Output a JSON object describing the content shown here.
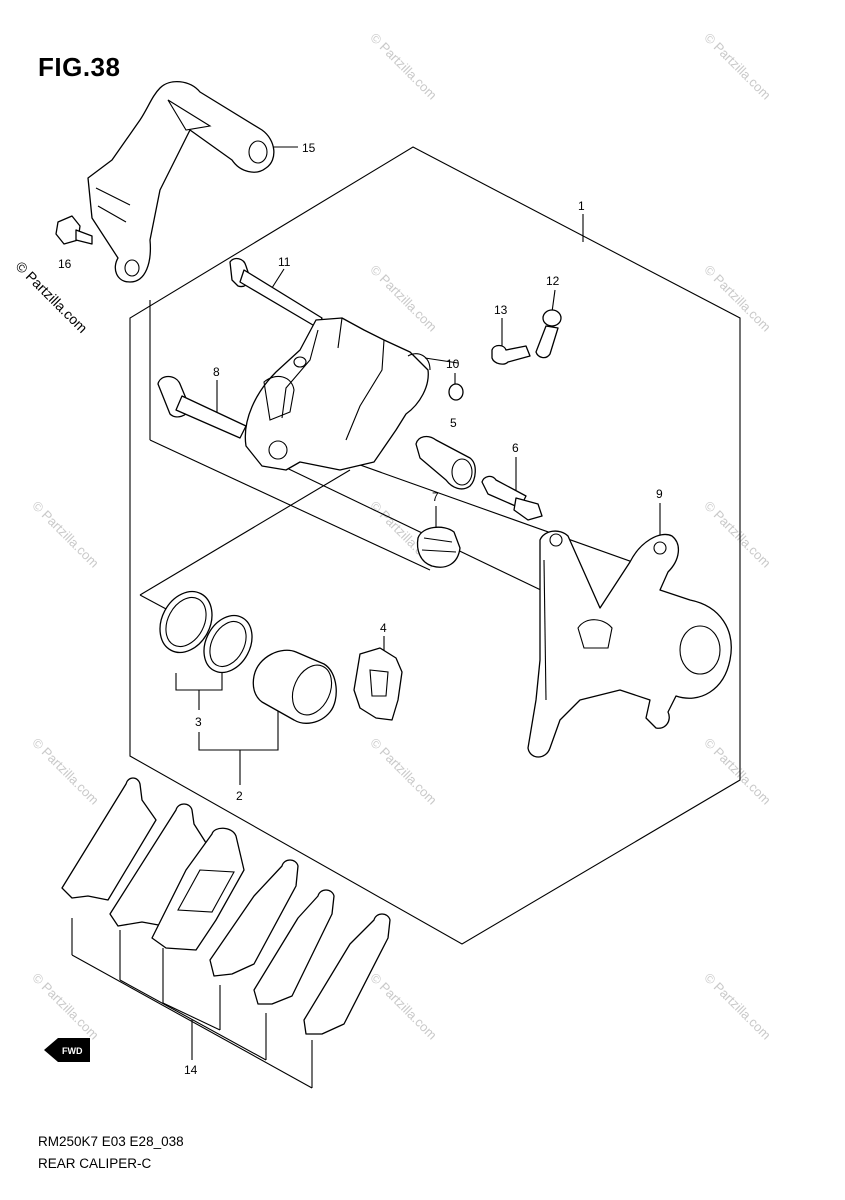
{
  "figure": {
    "title": "FIG.38",
    "model_code": "RM250K7 E03 E28_038",
    "caption": "REAR CALIPER-C"
  },
  "watermark": {
    "text": "© Partzilla.com"
  },
  "callouts": {
    "c1": "1",
    "c2": "2",
    "c3": "3",
    "c4": "4",
    "c5": "5",
    "c6": "6",
    "c7": "7",
    "c8": "8",
    "c9": "9",
    "c10": "10",
    "c11": "11",
    "c12": "12",
    "c13": "13",
    "c14": "14",
    "c15": "15",
    "c16": "16"
  },
  "fwd_badge": "FWD",
  "icons": {
    "fwd": "forward-arrow-icon"
  }
}
